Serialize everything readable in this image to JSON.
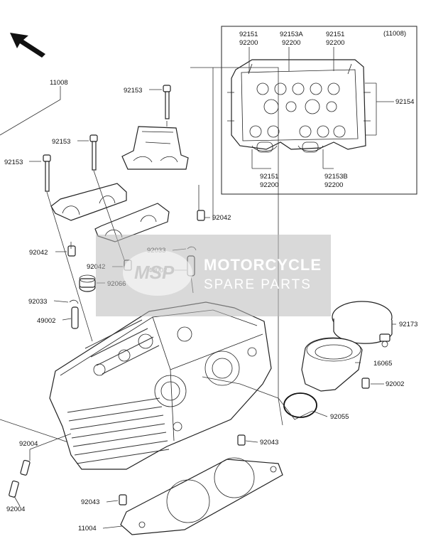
{
  "inset": {
    "group_code": "(11008)",
    "top_labels": [
      {
        "code": "92151",
        "sub": "92200"
      },
      {
        "code": "92153A",
        "sub": "92200"
      },
      {
        "code": "92151",
        "sub": "92200"
      }
    ],
    "right_label": "92154",
    "bottom_labels": [
      {
        "code": "92151",
        "sub": "92200"
      },
      {
        "code": "92153B",
        "sub": "92200"
      }
    ]
  },
  "labels": {
    "cylinder_head": "11008",
    "bolt_upper": "92153",
    "bolt_mid": "92153",
    "bolt_left": "92153",
    "dowel_right": "92042",
    "dowel_left": "92042",
    "dowel_center": "92042",
    "clip_center": "92033",
    "guide_center": "49002",
    "seal": "92066",
    "clip_left": "92033",
    "guide_left": "49002",
    "band": "92173",
    "holder": "16065",
    "holder_bolt": "92002",
    "o_ring": "92055",
    "dowel_lower_right": "92043",
    "stud_upper": "92004",
    "stud_lower": "92004",
    "dowel_lower_left": "92043",
    "gasket": "11004"
  },
  "watermark": {
    "logo_text": "MSP",
    "title": "MOTORCYCLE",
    "subtitle": "SPARE PARTS"
  }
}
